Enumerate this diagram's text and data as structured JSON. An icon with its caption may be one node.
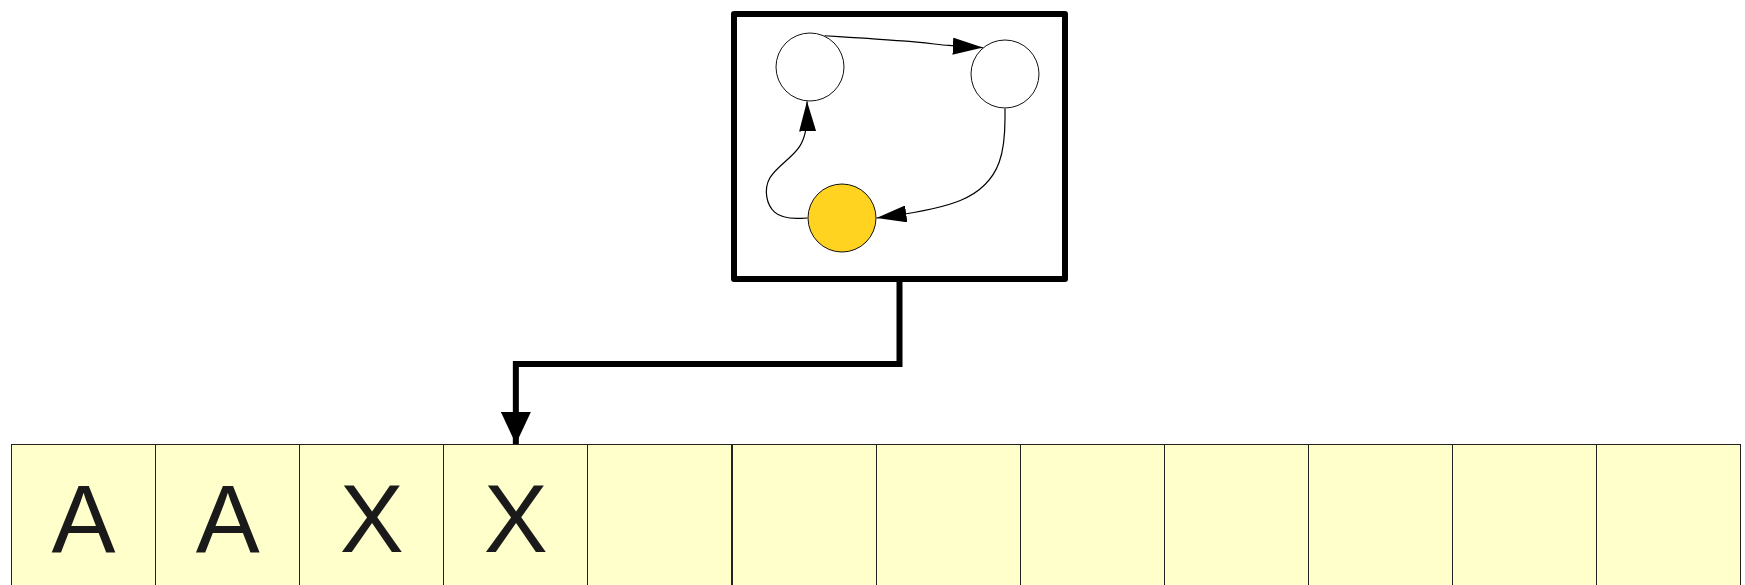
{
  "diagram": {
    "nodes": [
      {
        "text": [],
        "shape": "box"
      },
      {
        "text": [],
        "shape": "circle",
        "in": 0
      },
      {
        "text": [],
        "shape": "circle",
        "in": 0
      },
      {
        "text": [],
        "shape": "circle",
        "in": 0
      },
      {
        "text": [
          "A"
        ]
      },
      {
        "text": [
          "A"
        ]
      },
      {
        "text": [
          "X"
        ]
      },
      {
        "text": [
          "X"
        ]
      },
      {
        "text": [],
        "shape": "box"
      },
      {
        "text": [],
        "shape": "box"
      },
      {
        "text": [],
        "shape": "box"
      },
      {
        "text": [],
        "shape": "box"
      },
      {
        "text": [],
        "shape": "box"
      },
      {
        "text": [],
        "shape": "box"
      },
      {
        "text": [],
        "shape": "box"
      },
      {
        "text": [],
        "shape": "box"
      }
    ],
    "edges": [
      {
        "from": 1,
        "to": 2,
        "arrow": "to"
      },
      {
        "from": 2,
        "to": 3,
        "arrow": "to"
      },
      {
        "from": 3,
        "to": 1,
        "arrow": "to"
      },
      {
        "from": 0,
        "to": 7,
        "arrow": "to",
        "style": "thick"
      }
    ]
  }
}
